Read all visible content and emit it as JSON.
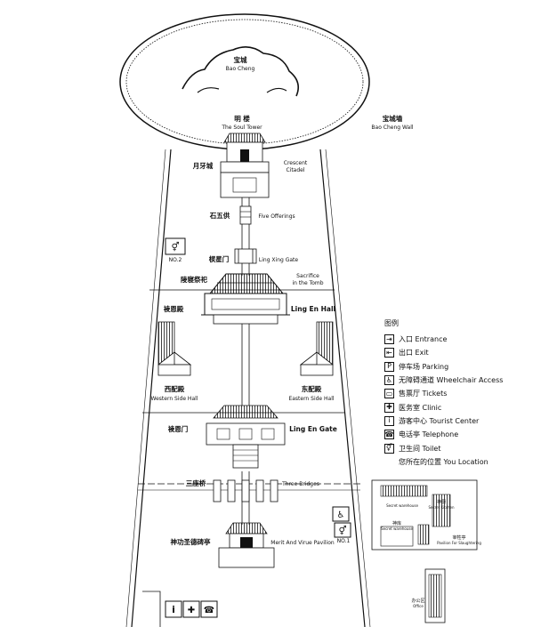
{
  "labels": {
    "bao_cheng_cn": "宝城",
    "bao_cheng_en": "Bao Cheng",
    "bao_cheng_wall_cn": "宝城墙",
    "bao_cheng_wall_en": "Bao Cheng Wall",
    "soul_tower_cn": "明 楼",
    "soul_tower_en": "The Soul Tower",
    "crescent_cn": "月牙城",
    "crescent_en_1": "Crescent",
    "crescent_en_2": "Citadel",
    "five_offerings_cn": "石五供",
    "five_offerings_en": "Five Offerings",
    "toilet_no2": "NO.2",
    "ling_xing_gate_cn": "棂星门",
    "ling_xing_gate_en": "Ling Xing Gate",
    "sacrifice_cn": "陵寝祭祀",
    "sacrifice_en_1": "Sacrifice",
    "sacrifice_en_2": "in the Tomb",
    "ling_en_hall_cn": "祾恩殿",
    "ling_en_hall_en": "Ling En Hall",
    "west_hall_cn": "西配殿",
    "west_hall_en": "Western Side Hall",
    "east_hall_cn": "东配殿",
    "east_hall_en": "Eastern Side Hall",
    "ling_en_gate_cn": "祾恩门",
    "ling_en_gate_en": "Ling En Gate",
    "three_bridges_cn": "三座桥",
    "three_bridges_en": "Three Bridges",
    "merit_cn": "神功圣德碑亭",
    "merit_en": "Merit And Virue Pavilion",
    "toilet_no1": "NO.1",
    "secret_warehouse_1": "Secret warehouse",
    "secret_kitchen_cn": "神厨",
    "secret_kitchen_en": "Secret Kitchen",
    "warehouse_2_cn": "神库",
    "warehouse_2_en": "Secret warehouse",
    "slaughter_cn": "宰牲亭",
    "slaughter_en": "Pavilion For Slaughtering",
    "office_cn": "办公区",
    "office_en": "Office"
  },
  "legend": {
    "title": "图例",
    "items": [
      {
        "icon": "entrance-icon",
        "glyph": "⇥",
        "label": "入口 Entrance"
      },
      {
        "icon": "exit-icon",
        "glyph": "⇤",
        "label": "出口 Exit"
      },
      {
        "icon": "parking-icon",
        "glyph": "P",
        "label": "停车场 Parking"
      },
      {
        "icon": "wheelchair-icon",
        "glyph": "♿",
        "label": "无障碍通道 Wheelchair Access"
      },
      {
        "icon": "tickets-icon",
        "glyph": "▭",
        "label": "售票厅 Tickets"
      },
      {
        "icon": "clinic-icon",
        "glyph": "✚",
        "label": "医务室 Clinic"
      },
      {
        "icon": "info-icon",
        "glyph": "i",
        "label": "游客中心 Tourist Center"
      },
      {
        "icon": "telephone-icon",
        "glyph": "☎",
        "label": "电话亭 Telephone"
      },
      {
        "icon": "toilet-icon",
        "glyph": "⚥",
        "label": "卫生间 Toilet"
      },
      {
        "icon": "",
        "glyph": "",
        "label": "您所在的位置 You Location"
      }
    ]
  },
  "colors": {
    "line": "#111111",
    "background": "#ffffff"
  }
}
